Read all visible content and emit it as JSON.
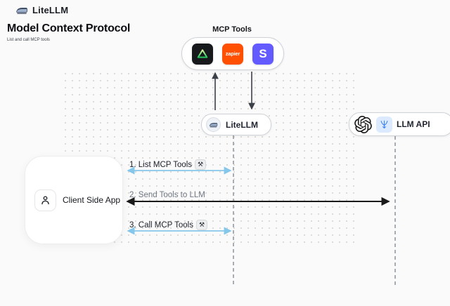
{
  "header": {
    "brand": "LiteLLM",
    "title": "Model Context Protocol",
    "subtitle": "List and call MCP tools"
  },
  "mcp_box": {
    "label": "MCP Tools",
    "tools": [
      {
        "name": "green-triangle-tool"
      },
      {
        "name": "zapier",
        "text": "zapier"
      },
      {
        "name": "stripe",
        "text": "S"
      }
    ]
  },
  "nodes": {
    "litellm": {
      "label": "LiteLLM"
    },
    "llm_api": {
      "label": "LLM API"
    },
    "client": {
      "label": "Client Side App"
    }
  },
  "messages": {
    "m1": {
      "label": "1. List MCP Tools",
      "icon": "⚒"
    },
    "m2": {
      "label": "2. Send Tools to LLM"
    },
    "m3": {
      "label": "3. Call MCP Tools",
      "icon": "⚒"
    }
  },
  "colors": {
    "background": "#fafafa",
    "accent_blue_arrow": "#85c7ea",
    "black_arrow": "#1a1a1a",
    "lifeline_grey": "#a8adb3",
    "zapier_orange": "#ff4f00",
    "stripe_purple": "#635bff",
    "tool_dark": "#17191c"
  }
}
